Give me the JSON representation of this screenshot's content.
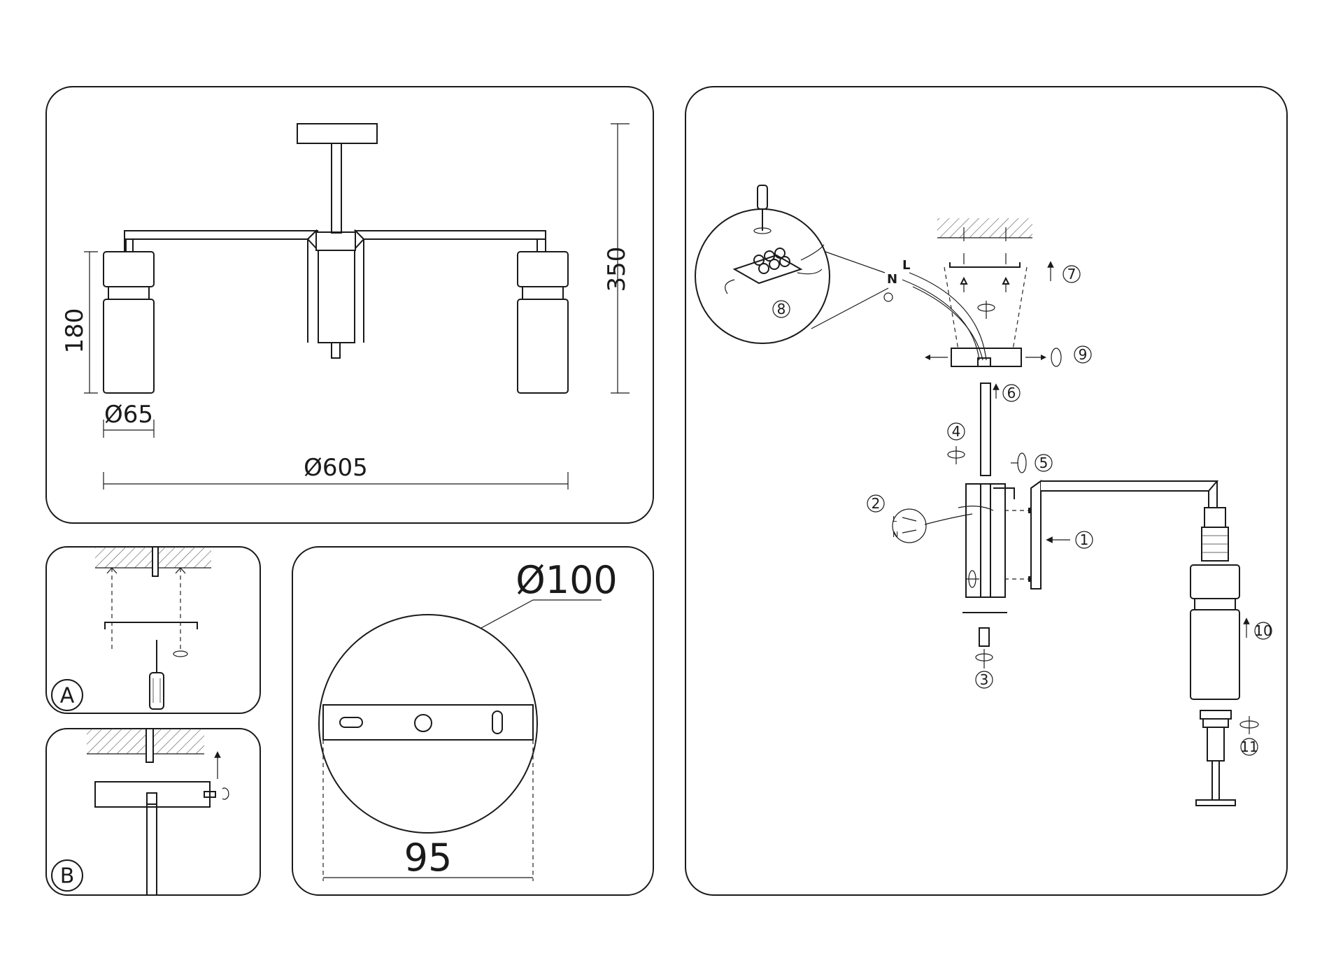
{
  "dimensions": {
    "height_total": "350",
    "shade_height": "180",
    "shade_diameter": "Ø65",
    "span_diameter": "Ø605",
    "canopy_diameter": "Ø100",
    "bracket_width": "95"
  },
  "panels": {
    "a_label": "A",
    "b_label": "B"
  },
  "wiring": {
    "n_label": "N",
    "l_label": "L",
    "small_l": "L",
    "small_n": "N"
  },
  "steps": [
    "1",
    "2",
    "3",
    "4",
    "5",
    "6",
    "7",
    "8",
    "9",
    "10",
    "11"
  ]
}
